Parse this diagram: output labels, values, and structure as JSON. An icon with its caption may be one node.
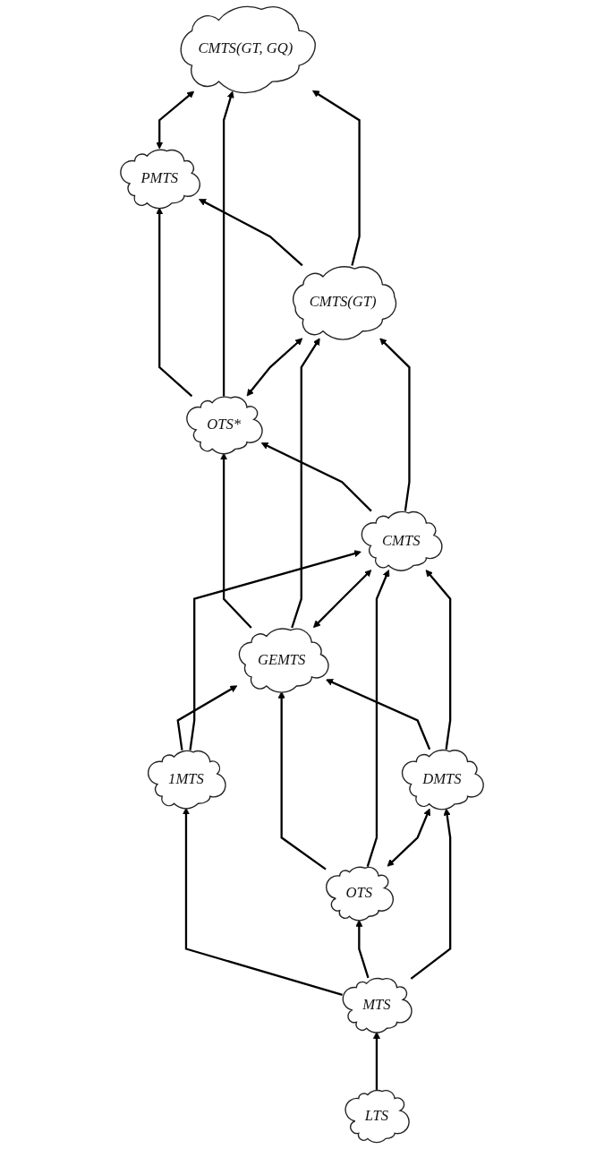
{
  "diagram": {
    "nodes": [
      {
        "text": [
          "PMTS"
        ]
      },
      {
        "text": [
          "CMTS(GT, GQ)"
        ]
      },
      {
        "text": [
          "OTS*"
        ]
      },
      {
        "text": [
          "CMTS(GT)"
        ]
      },
      {
        "text": [
          "GEMTS"
        ]
      },
      {
        "text": [
          "CMTS"
        ]
      },
      {
        "text": [
          "1MTS"
        ]
      },
      {
        "text": [
          "OTS"
        ]
      },
      {
        "text": [
          "DMTS"
        ]
      },
      {
        "text": [
          "MTS"
        ]
      },
      {
        "text": [
          "LTS"
        ]
      }
    ],
    "edges": [
      {
        "from": 0,
        "to": 1,
        "arrow": "both"
      },
      {
        "from": 2,
        "to": 0,
        "arrow": "to"
      },
      {
        "from": 2,
        "to": 1,
        "arrow": "to"
      },
      {
        "from": 3,
        "to": 0,
        "arrow": "to"
      },
      {
        "from": 3,
        "to": 1,
        "arrow": "to"
      },
      {
        "from": 2,
        "to": 3,
        "arrow": "both"
      },
      {
        "from": 4,
        "to": 2,
        "arrow": "to"
      },
      {
        "from": 4,
        "to": 3,
        "arrow": "to"
      },
      {
        "from": 5,
        "to": 2,
        "arrow": "to"
      },
      {
        "from": 5,
        "to": 3,
        "arrow": "to"
      },
      {
        "from": 4,
        "to": 5,
        "arrow": "both"
      },
      {
        "from": 6,
        "to": 4,
        "arrow": "to"
      },
      {
        "from": 6,
        "to": 5,
        "arrow": "to"
      },
      {
        "from": 7,
        "to": 4,
        "arrow": "to"
      },
      {
        "from": 7,
        "to": 5,
        "arrow": "to"
      },
      {
        "from": 8,
        "to": 4,
        "arrow": "to"
      },
      {
        "from": 8,
        "to": 5,
        "arrow": "to"
      },
      {
        "from": 7,
        "to": 8,
        "arrow": "both"
      },
      {
        "from": 9,
        "to": 6,
        "arrow": "to"
      },
      {
        "from": 9,
        "to": 7,
        "arrow": "to"
      },
      {
        "from": 9,
        "to": 8,
        "arrow": "to"
      },
      {
        "from": 10,
        "to": 9,
        "arrow": "to"
      }
    ]
  }
}
